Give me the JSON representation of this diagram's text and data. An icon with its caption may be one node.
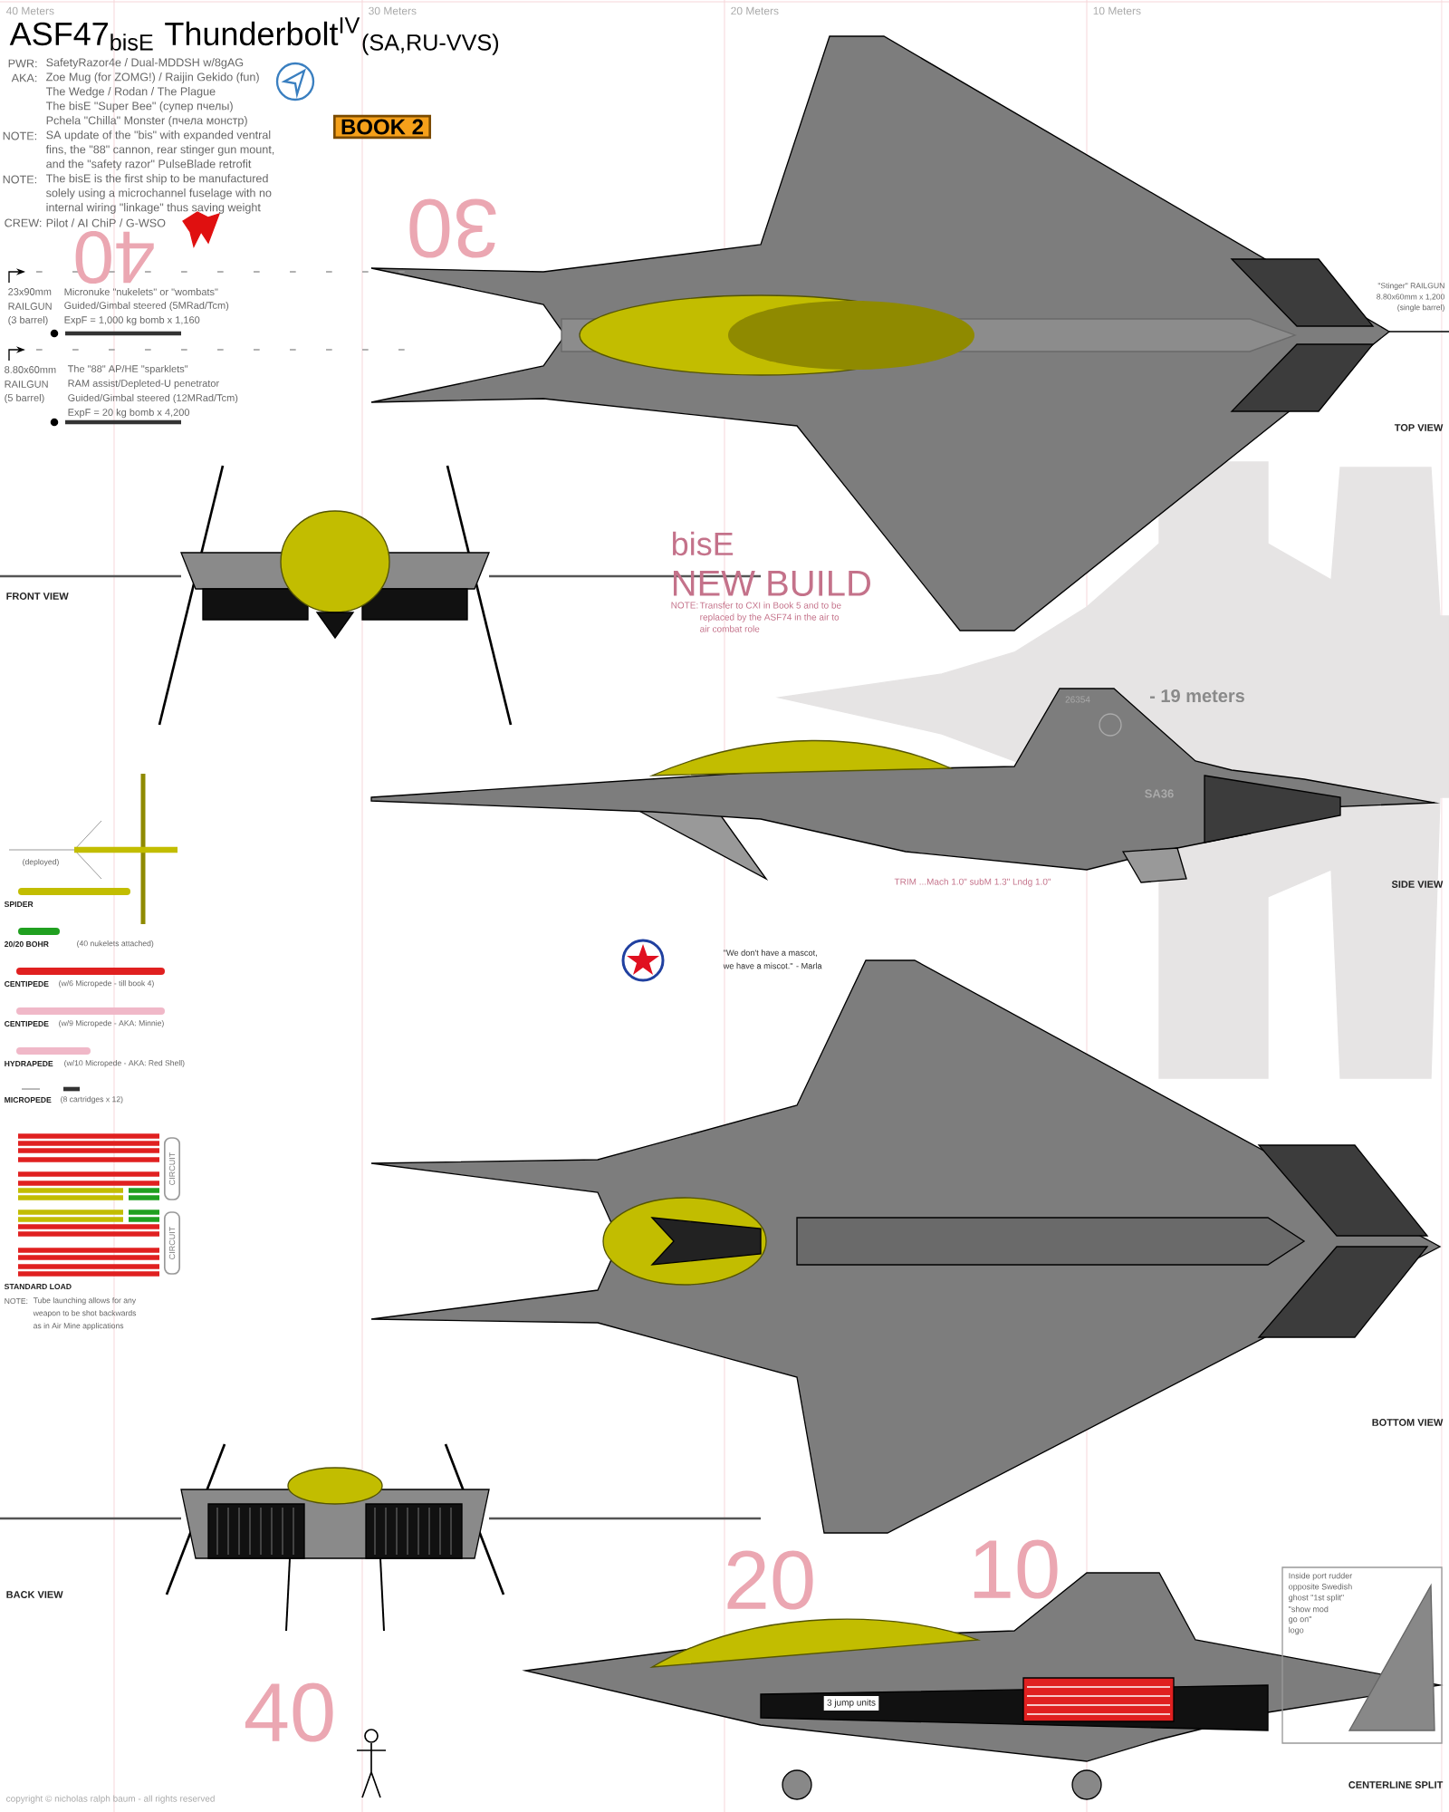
{
  "diagram": {
    "title": "ASF47$_{bisE}$ Thunderbolt$^{IV}$$_{(SA,RU-VVS)}$",
    "nodes": [
      {
        "text": [
          "BOOK 2"
        ]
      },
      {
        "text": [
          "CIRCUIT"
        ]
      },
      {
        "text": [
          "CIRCUIT"
        ]
      }
    ],
    "labels": [
      "40 Meters",
      "30 Meters",
      "20 Meters",
      "10 Meters",
      "PWR:",
      "SafetyRazor4e / Dual-MDDSH w/8gAG",
      "AKA:",
      "Zoe Mug (for ZOMG!) / Raijin Gekido (fun)",
      "The Wedge / Rodan / The Plague",
      "The bisE \"Super Bee\" (супер пчелы)",
      "Pchela \"Chilla\" Monster (пчела монстр)",
      "NOTE:",
      "SA update of the \"bis\" with expanded ventral",
      "fins, the \"88\" cannon, rear stinger gun mount,",
      "and the \"safety razor\" PulseBlade retrofit",
      "NOTE:",
      "The bisE is the first ship to be manufactured",
      "solely using a microchannel fuselage with no",
      "internal wiring \"linkage\" thus saving weight",
      "CREW:",
      "Pilot / AI ChiP / G-WSO",
      "40",
      "30",
      "23x90mm",
      "RAILGUN",
      "(3 barrel)",
      "Micronuke \"nukelets\" or \"wombats\"",
      "Guided/Gimbal steered (5MRad/Tcm)",
      "ExpF = 1,000 kg bomb x 1,160",
      "8.80x60mm",
      "RAILGUN",
      "(5 barrel)",
      "The \"88\" AP/HE \"sparklets\"",
      "RAM assist/Depleted-U penetrator",
      "Guided/Gimbal steered (12MRad/Tcm)",
      "ExpF = 20 kg bomb x 4,200",
      "\"Stinger\" RAILGUN",
      "8.80x60mm x 1,200",
      "(single barrel)",
      "TOP VIEW",
      "FRONT VIEW",
      "bisE",
      "NEW BUILD",
      "NOTE:",
      "Transfer to CXI in Book 5 and to be",
      "replaced by the ASF74 in the air to",
      "air combat role",
      "- 19 meters",
      "26354",
      "SA36",
      "TRIM ...Mach 1.0\" subM 1.3\" Lndg 1.0\"",
      "SIDE VIEW",
      "(deployed)",
      "SPIDER",
      "20/20 BOHR",
      "(40 nukelets attached)",
      "CENTIPEDE",
      "(w/6 Micropede - till book 4)",
      "\"We don't have a mascot,",
      "we have a miscot.\" - Marla",
      "CENTIPEDE",
      "(w/9 Micropede - AKA: Minnie)",
      "HYDRAPEDE",
      "(w/10 Micropede - AKA: Red Shell)",
      "MICROPEDE",
      "(8 cartridges x 12)",
      "STANDARD LOAD",
      "NOTE:",
      "Tube launching allows for any",
      "weapon to be shot backwards",
      "as in Air Mine applications",
      "BOTTOM VIEW",
      "Inside port rudder",
      "opposite Swedish",
      "ghost \"1st split\"",
      "\"show mod",
      "go on\"",
      "logo",
      "BACK VIEW",
      "40",
      "20",
      "10",
      "3 jump units",
      "CENTERLINE SPLIT",
      "copyright © nicholas ralph baum - all rights reserved"
    ]
  }
}
